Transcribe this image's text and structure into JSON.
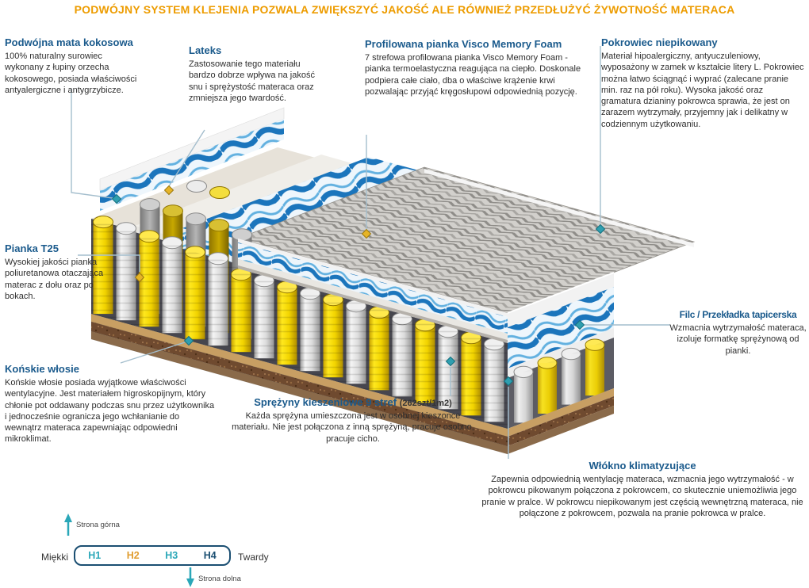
{
  "header": {
    "banner": "PODWÓJNY SYSTEM KLEJENIA POZWALA ZWIĘKSZYĆ JAKOŚĆ ALE RÓWNIEŻ PRZEDŁUŻYĆ ŻYWOTNOŚĆ MATERACA"
  },
  "labels": {
    "coconut": {
      "title": "Podwójna mata kokosowa",
      "body": "100% naturalny surowiec wykonany z łupiny orzecha kokosowego, posiada właściwości antyalergiczne i antygrzybicze."
    },
    "latex": {
      "title": "Lateks",
      "body": "Zastosowanie tego materiału bardzo dobrze wpływa na jakość snu i sprężystość materaca oraz zmniejsza jego twardość."
    },
    "visco": {
      "title": "Profilowana pianka Visco Memory Foam",
      "body": "7 strefowa profilowana pianka Visco Memory Foam - pianka termoelastyczna reagująca na ciepło. Doskonale podpiera całe ciało, dba o właściwe krążenie krwi pozwalając przyjąć kręgosłupowi odpowiednią pozycję."
    },
    "cover": {
      "title": "Pokrowiec niepikowany",
      "body": "Materiał hipoalergiczny, antyuczuleniowy, wyposażony w zamek w kształcie litery L. Pokrowiec można łatwo ściągnąć i wyprać (zalecane pranie min. raz na pół roku). Wysoka jakość oraz gramatura dzianiny pokrowca sprawia, że jest on zarazem wytrzymały, przyjemny jak i delikatny w codziennym użytkowaniu."
    },
    "foam_t25": {
      "title": "Pianka T25",
      "body": "Wysokiej jakości pianka poliuretanowa otaczająca materac z dołu oraz po bokach."
    },
    "horsehair": {
      "title": "Końskie włosie",
      "body": "Końskie włosie posiada wyjątkowe właściwości wentylacyjne. Jest materiałem higroskopijnym, który chłonie pot oddawany podczas snu przez użytkownika i jednocześnie ogranicza jego wchłanianie do wewnątrz materaca zapewniając odpowiedni mikroklimat."
    },
    "springs": {
      "title": "Sprężyny kieszeniowe 9 stref",
      "subtitle": "(262szt/1m2)",
      "body": "Każda sprężyna umieszczona jest w osobnej kieszonce materiału. Nie jest połączona z inną sprężyną, pracuje osobno, pracuje cicho."
    },
    "felt": {
      "title": "Filc / Przekładka tapicerska",
      "body": "Wzmacnia wytrzymałość materaca, izoluje formatkę sprężynową od pianki."
    },
    "fiber": {
      "title": "Włókno klimatyzujące",
      "body": "Zapewnia odpowiednią wentylację materaca, wzmacnia jego wytrzymałość - w pokrowcu pikowanym połączona z pokrowcem, co skutecznie uniemożliwia jego pranie w pralce. W pokrowcu niepikowanym jest częścią wewnętrzną materaca, nie połączone z pokrowcem, pozwala na pranie pokrowca w pralce."
    }
  },
  "hardness_scale": {
    "top_side": "Strona górna",
    "bottom_side": "Strona dolna",
    "soft": "Miękki",
    "hard": "Twardy",
    "levels": [
      {
        "label": "H1",
        "color": "#2aa7b8"
      },
      {
        "label": "H2",
        "color": "#e09c2e"
      },
      {
        "label": "H3",
        "color": "#2aa7b8"
      },
      {
        "label": "H4",
        "color": "#1b4f72"
      }
    ]
  },
  "colors": {
    "banner": "#ed9c00",
    "heading_blue": "#1a5a8c",
    "accent_teal": "#2f9fb0",
    "accent_gold": "#e6b427",
    "wave_blue": "#1b75bc",
    "spring_yellow": "#f6d600"
  }
}
